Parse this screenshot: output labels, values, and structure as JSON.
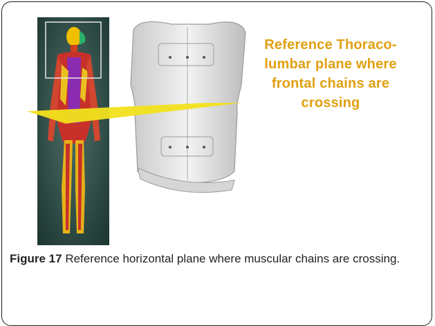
{
  "figure": {
    "overlay_text": "Reference Thoraco-\nlumbar plane where\nfrontal chains are\ncrossing",
    "caption_label": "Figure 17",
    "caption_text": " Reference horizontal plane where muscular chains are crossing."
  },
  "colors": {
    "overlay_text": "#e0a010",
    "plane": "#f2e21c",
    "background_panel": "#23423c"
  }
}
